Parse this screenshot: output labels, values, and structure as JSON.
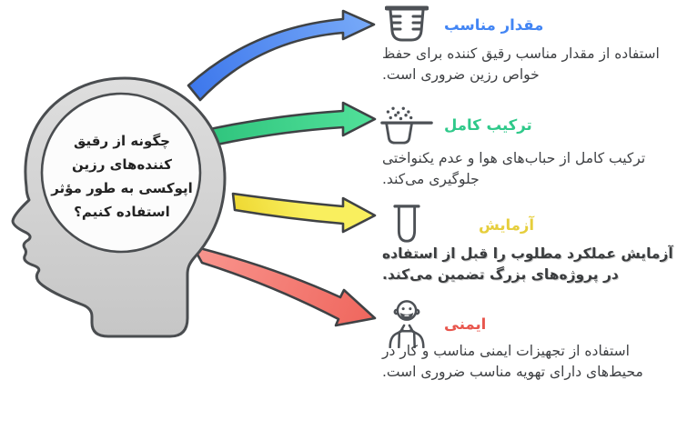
{
  "diagram": {
    "type": "mind-map-infographic",
    "background": "#ffffff",
    "head": {
      "question": "چگونه از رقیق کننده‌های رزین اپوکسی به طور مؤثر استفاده کنیم؟",
      "fill_color": "#d4d4d4",
      "bubble_color": "#fcfcfc",
      "outline_color": "#4a4d50"
    },
    "sections": [
      {
        "id": "proper-amount",
        "title": "مقدار مناسب",
        "description": "استفاده از مقدار مناسب رقیق کننده برای حفظ خواص رزین ضروری است.",
        "color": "#4285f4",
        "arrow_color": "#4d88ef",
        "icon": "measuring-cup-icon"
      },
      {
        "id": "complete-mixing",
        "title": "ترکیب کامل",
        "description": "ترکیب کامل از حباب‌های هوا و عدم یکنواختی جلوگیری می‌کند.",
        "color": "#2fc98a",
        "arrow_color": "#3dd68b",
        "icon": "mixing-pan-icon"
      },
      {
        "id": "testing",
        "title": "آزمایش",
        "description": "آزمایش عملکرد مطلوب را قبل از استفاده در پروژه‌های بزرگ تضمین می‌کند.",
        "color": "#e6ce3c",
        "arrow_color": "#f4e63e",
        "icon": "test-tube-icon"
      },
      {
        "id": "safety",
        "title": "ایمنی",
        "description": "استفاده از تجهیزات ایمنی مناسب و کار در محیط‌های دارای تهویه مناسب ضروری است.",
        "color": "#e8564d",
        "arrow_color": "#f5837b",
        "icon": "safety-worker-icon"
      }
    ]
  }
}
